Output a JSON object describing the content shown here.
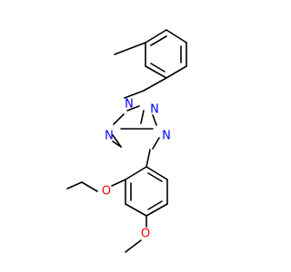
{
  "molecule": {
    "colors": {
      "bond": "#000000",
      "nitrogen": "#0000ff",
      "oxygen": "#ff0000"
    },
    "atom_labels": {
      "n1": "N",
      "n2": "N",
      "n3": "N",
      "n4": "N",
      "o_ethoxy": "O",
      "o_methoxy": "O"
    }
  }
}
